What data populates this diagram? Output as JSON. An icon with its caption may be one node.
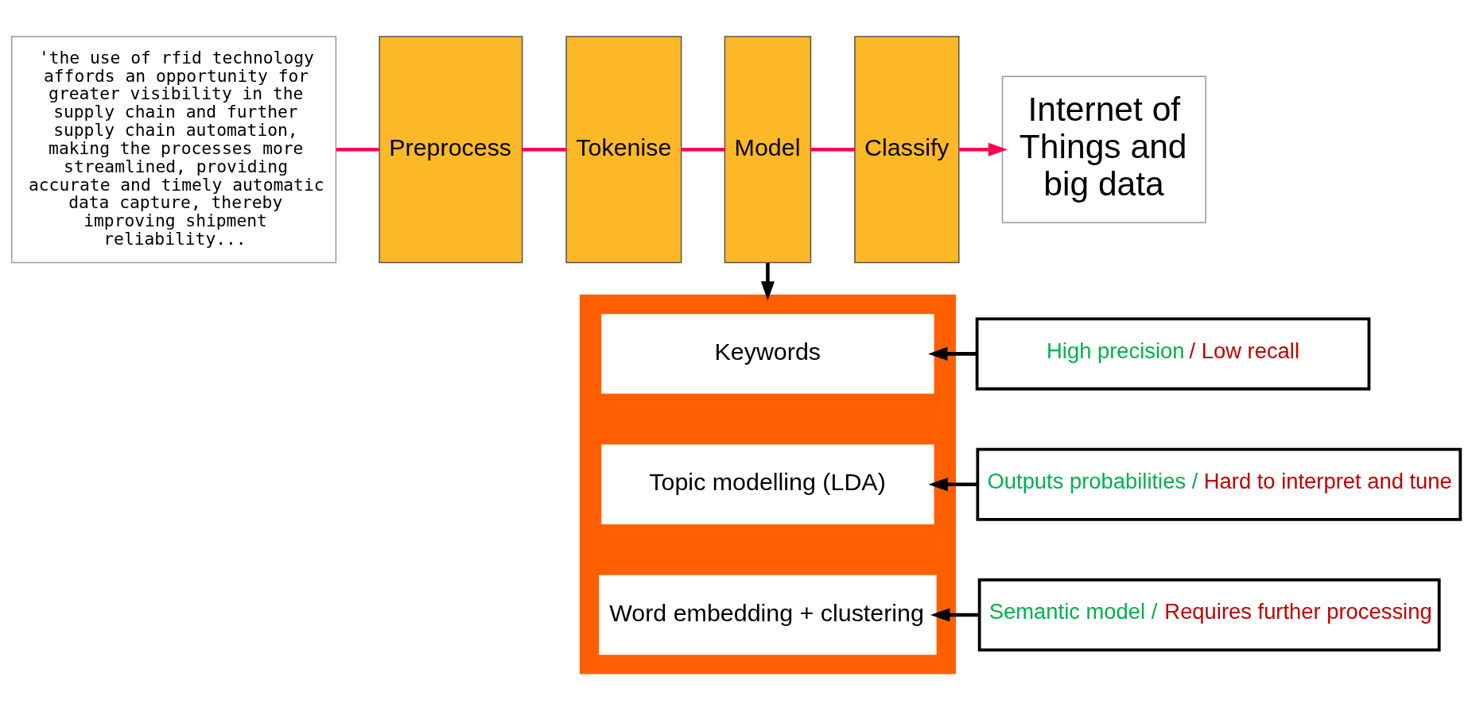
{
  "diagram": {
    "nodes": [
      {
        "text": [
          "'the use of rfid technology affords an opportunity for greater visibility in the supply chain and further supply chain automation, making the processes more streamlined, providing accurate and timely automatic data capture, thereby improving shipment reliability..."
        ]
      },
      {
        "text": [
          "Preprocess"
        ]
      },
      {
        "text": [
          "Tokenise"
        ]
      },
      {
        "text": [
          "Model"
        ]
      },
      {
        "text": [
          "Classify"
        ]
      },
      {
        "text": [
          "Internet of Things and big data"
        ]
      },
      {
        "text": [],
        "shape": "box"
      },
      {
        "text": [
          "Keywords"
        ],
        "in": 6
      },
      {
        "text": [
          "Topic modelling (LDA)"
        ],
        "in": 6
      },
      {
        "text": [
          "Word embedding + clustering"
        ],
        "in": 6
      },
      {
        "text": [
          "High precision",
          "/ Low recall"
        ]
      },
      {
        "text": [
          "Outputs probabilities /",
          "Hard to interpret and tune"
        ]
      },
      {
        "text": [
          "Semantic model /",
          "Requires further processing"
        ]
      }
    ],
    "edges": [
      {
        "from": 0,
        "to": 1,
        "arrow": "none",
        "color": "#ff0050"
      },
      {
        "from": 1,
        "to": 2,
        "arrow": "none",
        "color": "#ff0050"
      },
      {
        "from": 2,
        "to": 3,
        "arrow": "none",
        "color": "#ff0050"
      },
      {
        "from": 3,
        "to": 4,
        "arrow": "none",
        "color": "#ff0050"
      },
      {
        "from": 4,
        "to": 5,
        "arrow": "to",
        "color": "#ff0050"
      },
      {
        "from": 3,
        "to": 6,
        "arrow": "to",
        "color": "#000000"
      },
      {
        "from": 10,
        "to": 7,
        "arrow": "to",
        "color": "#000000"
      },
      {
        "from": 11,
        "to": 8,
        "arrow": "to",
        "color": "#000000"
      },
      {
        "from": 12,
        "to": 9,
        "arrow": "to",
        "color": "#000000"
      }
    ]
  }
}
